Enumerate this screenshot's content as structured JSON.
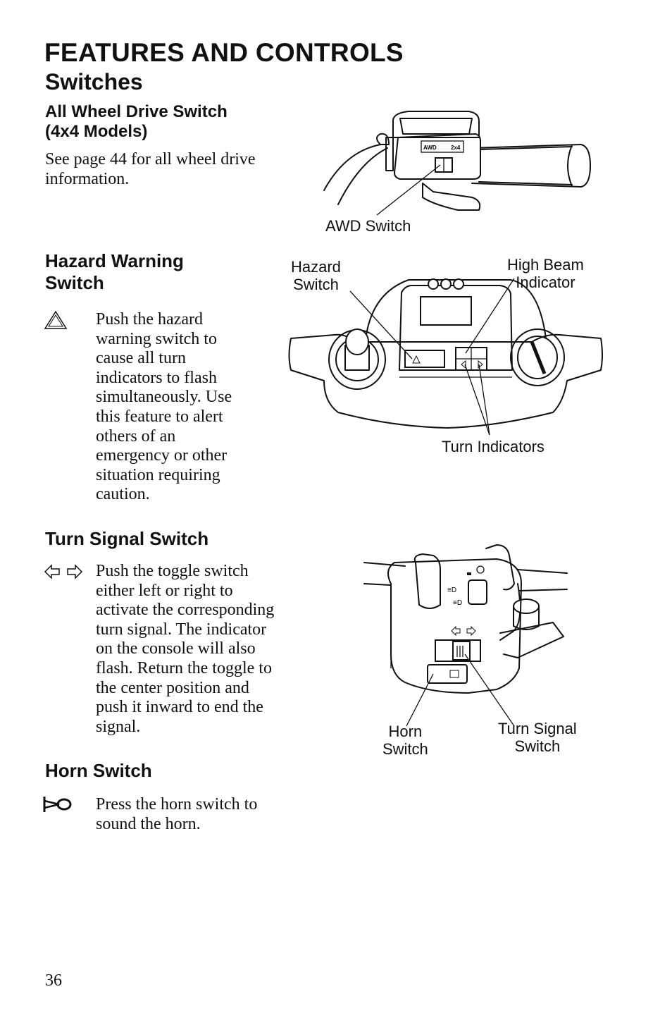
{
  "page": {
    "title": "FEATURES AND CONTROLS",
    "subtitle": "Switches",
    "page_number": "36"
  },
  "awd": {
    "heading": "All Wheel Drive Switch (4x4 Models)",
    "heading_line1": "All Wheel Drive Switch",
    "heading_line2": "(4x4 Models)",
    "body_line1": "See page 44 for all wheel drive",
    "body_line2": "information.",
    "callout": "AWD Switch",
    "switch_text_left": "AWD",
    "switch_text_right": "2x4"
  },
  "hazard": {
    "heading_line1": "Hazard Warning",
    "heading_line2": "Switch",
    "icon": "warning-triangle-icon",
    "body_lines": [
      "Push the hazard",
      "warning switch to",
      "cause all turn",
      "indicators to flash",
      "simultaneously. Use",
      "this feature to alert",
      "others of an",
      "emergency or other",
      "situation requiring",
      "caution."
    ],
    "callouts": {
      "hazard_switch_l1": "Hazard",
      "hazard_switch_l2": "Switch",
      "high_beam_l1": "High Beam",
      "high_beam_l2": "Indicator",
      "turn_indicators": "Turn Indicators"
    }
  },
  "turn_signal": {
    "heading": "Turn Signal Switch",
    "icon": "turn-arrows-icon",
    "body_lines": [
      "Push the toggle switch",
      "either left or right to",
      "activate the corresponding",
      "turn signal. The indicator",
      "on the console will also",
      "flash. Return the toggle to",
      "the center position and",
      "push it inward to end the",
      "signal."
    ],
    "callouts": {
      "horn_l1": "Horn",
      "horn_l2": "Switch",
      "turn_l1": "Turn Signal",
      "turn_l2": "Switch"
    }
  },
  "horn": {
    "heading": "Horn Switch",
    "icon": "horn-icon",
    "body_lines": [
      "Press the horn switch to",
      "sound the horn."
    ]
  }
}
